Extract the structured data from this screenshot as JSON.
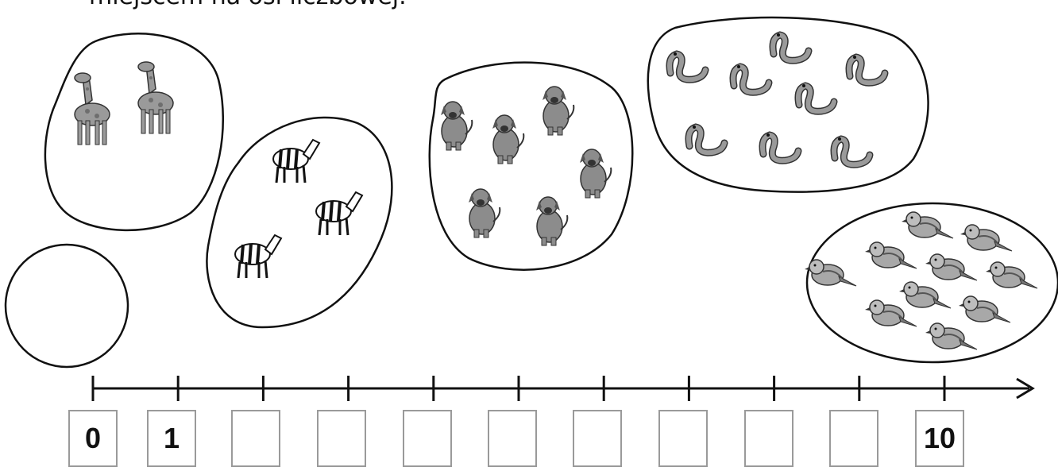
{
  "instruction": "miejscem na osi liczbowej.",
  "groups": [
    {
      "animal": "giraffe",
      "count": 2
    },
    {
      "animal": "zebra",
      "count": 3
    },
    {
      "animal": "dog",
      "count": 6
    },
    {
      "animal": "snake",
      "count": 8
    },
    {
      "animal": "bird",
      "count": 10
    },
    {
      "animal": "none",
      "count": 0
    }
  ],
  "number_line": {
    "ticks": [
      0,
      1,
      2,
      3,
      4,
      5,
      6,
      7,
      8,
      9,
      10
    ],
    "boxes": [
      "0",
      "1",
      "",
      "",
      "",
      "",
      "",
      "",
      "",
      "",
      "10"
    ]
  },
  "colors": {
    "ink": "#111111",
    "box_border": "#9a9a9a",
    "animal_fill": "#8c8c8c"
  }
}
